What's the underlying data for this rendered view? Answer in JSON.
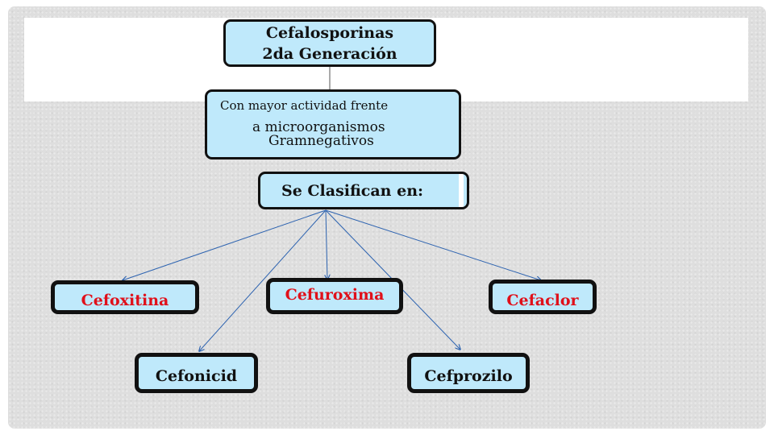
{
  "diagram": {
    "title": {
      "line1": "Cefalosporinas",
      "line2": "2da Generación"
    },
    "description": {
      "line1": "Con mayor actividad frente",
      "line2": "a microorganismos",
      "line3": "Gramnegativos"
    },
    "classification_label": "Se Clasifican en:",
    "items": [
      {
        "label": "Cefoxitina",
        "highlighted": true
      },
      {
        "label": "Cefuroxima",
        "highlighted": true
      },
      {
        "label": "Cefaclor",
        "highlighted": true
      },
      {
        "label": "Cefonicid",
        "highlighted": false
      },
      {
        "label": "Cefprozilo",
        "highlighted": false
      }
    ]
  },
  "colors": {
    "box_fill": "#bfe9fb",
    "box_border": "#111111",
    "highlight_text": "#e0101a",
    "arrow": "#2d63b0",
    "panel": "#dedede"
  }
}
